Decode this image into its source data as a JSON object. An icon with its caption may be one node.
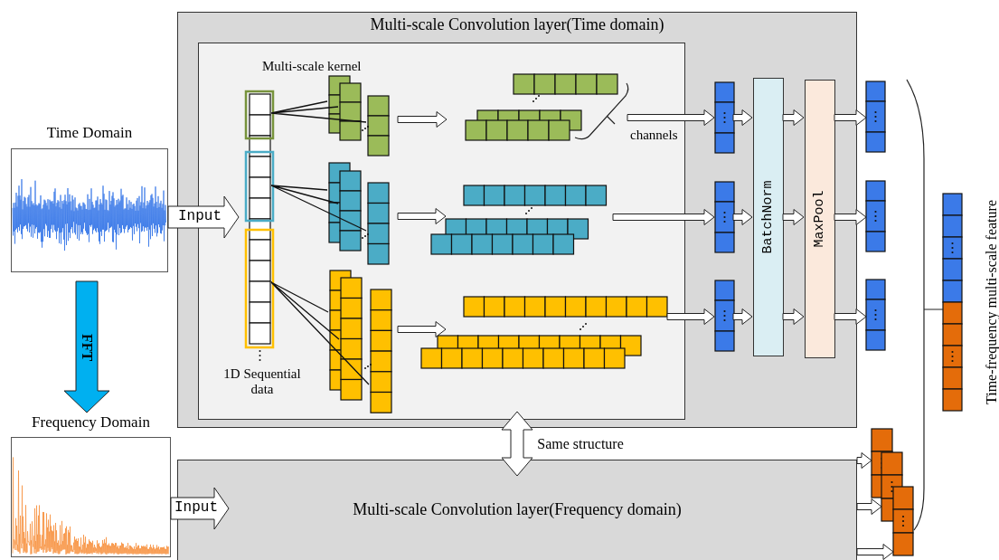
{
  "diagram": {
    "nodes": [
      {
        "text": [
          "Time Domain"
        ]
      },
      {
        "text": [
          "Frequency Domain"
        ]
      },
      {
        "text": [
          "Multi-scale Convolution layer(Time domain)"
        ]
      },
      {
        "text": [],
        "shape": "box",
        "in": 2
      },
      {
        "text": [],
        "shape": "bar",
        "in": 3
      },
      {
        "text": [],
        "shape": "box",
        "in": 3
      },
      {
        "text": [],
        "shape": "box",
        "in": 3
      },
      {
        "text": [],
        "shape": "box",
        "in": 3
      },
      {
        "text": [],
        "shape": "box",
        "in": 3
      },
      {
        "text": [],
        "shape": "box",
        "in": 3
      },
      {
        "text": [],
        "shape": "box",
        "in": 3
      },
      {
        "text": [],
        "shape": "bar",
        "in": 2
      },
      {
        "text": [],
        "shape": "bar",
        "in": 2
      },
      {
        "text": [],
        "shape": "bar",
        "in": 2
      },
      {
        "text": [
          "BatchNorm"
        ],
        "in": 2
      },
      {
        "text": [
          "MaxPool"
        ],
        "in": 2
      },
      {
        "text": [],
        "shape": "bar"
      },
      {
        "text": [],
        "shape": "bar"
      },
      {
        "text": [],
        "shape": "bar"
      },
      {
        "text": [
          "Multi-scale Convolution layer(Frequency domain)"
        ]
      },
      {
        "text": [],
        "shape": "bar"
      },
      {
        "text": [],
        "shape": "bar"
      },
      {
        "text": [],
        "shape": "bar"
      },
      {
        "text": [],
        "shape": "bar",
        "beside": [
          "Time-frequency multi-scale feature"
        ]
      }
    ],
    "edges": [
      {
        "from": 0,
        "to": 4,
        "arrow": "to",
        "label": "Input",
        "style": "thick"
      },
      {
        "from": 0,
        "to": 1,
        "arrow": "to",
        "label": "FFT",
        "style": "thick",
        "color": "#00b0f0"
      },
      {
        "from": 1,
        "to": 19,
        "arrow": "to",
        "label": "Input",
        "style": "thick"
      },
      {
        "from": 2,
        "to": 19,
        "arrow": "both",
        "label": "Same structure",
        "style": "thick"
      },
      {
        "from": 4,
        "to": 5,
        "arrow": "none"
      },
      {
        "from": 4,
        "to": 6,
        "arrow": "none"
      },
      {
        "from": 4,
        "to": 7,
        "arrow": "none"
      },
      {
        "from": 5,
        "to": 8,
        "arrow": "to"
      },
      {
        "from": 6,
        "to": 9,
        "arrow": "to"
      },
      {
        "from": 7,
        "to": 10,
        "arrow": "to"
      },
      {
        "from": 8,
        "to": 11,
        "arrow": "to"
      },
      {
        "from": 9,
        "to": 12,
        "arrow": "to"
      },
      {
        "from": 10,
        "to": 13,
        "arrow": "to"
      },
      {
        "from": 11,
        "to": 14,
        "arrow": "to"
      },
      {
        "from": 12,
        "to": 14,
        "arrow": "to"
      },
      {
        "from": 13,
        "to": 14,
        "arrow": "to"
      },
      {
        "from": 14,
        "to": 15,
        "arrow": "to"
      },
      {
        "from": 14,
        "to": 15,
        "arrow": "to"
      },
      {
        "from": 14,
        "to": 15,
        "arrow": "to"
      },
      {
        "from": 15,
        "to": 16,
        "arrow": "to"
      },
      {
        "from": 15,
        "to": 17,
        "arrow": "to"
      },
      {
        "from": 15,
        "to": 18,
        "arrow": "to"
      },
      {
        "from": 19,
        "to": 20,
        "arrow": "to"
      },
      {
        "from": 19,
        "to": 21,
        "arrow": "to"
      },
      {
        "from": 19,
        "to": 22,
        "arrow": "to"
      }
    ],
    "labels": [
      "Multi-scale kernel",
      "channels",
      "1D Sequential data"
    ]
  }
}
